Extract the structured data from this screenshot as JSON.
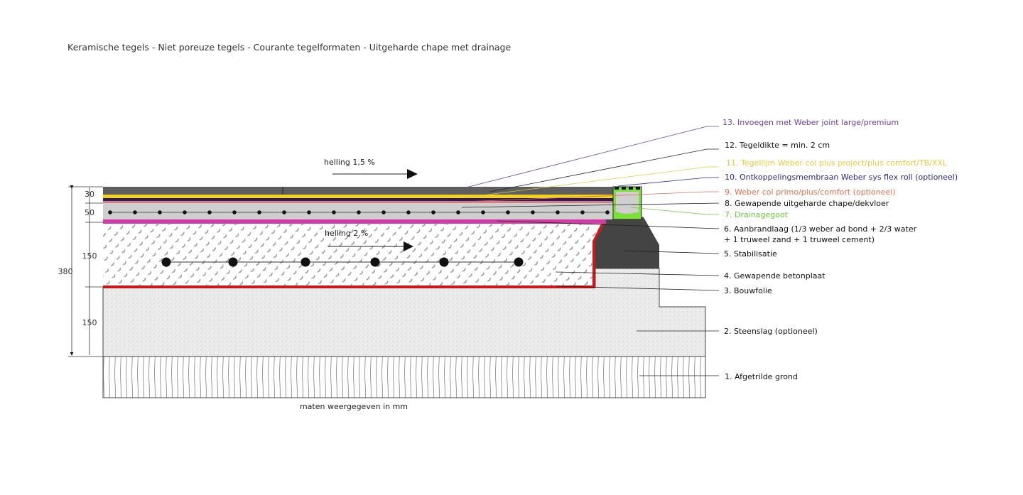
{
  "title": "Keramische tegels - Niet poreuze tegels - Courante tegelformaten - Uitgeharde chape met drainage",
  "slopes": {
    "top": "helling 1,5 %",
    "slab": "helling 2 %"
  },
  "dimensions": {
    "total": "380",
    "tile": "30",
    "screed": "50",
    "slab": "150",
    "gravel": "150"
  },
  "footer_note": "maten weergegeven in mm",
  "legend": [
    {
      "id": 13,
      "text": "13. Invoegen met Weber joint large/premium",
      "color": "#6a3fa0"
    },
    {
      "id": 12,
      "text": "12. Tegeldikte = min. 2 cm",
      "color": "#111111"
    },
    {
      "id": 11,
      "text": "11. Tegellijm Weber col plus project/plus comfort/TB/XXL",
      "color": "#e6cc3a"
    },
    {
      "id": 10,
      "text": "10. Ontkoppelingsmembraan Weber sys flex roll (optioneel)",
      "color": "#2a2a8a"
    },
    {
      "id": 9,
      "text": "9. Weber col primo/plus/comfort (optioneel)",
      "color": "#e07050"
    },
    {
      "id": 8,
      "text": "8. Gewapende uitgeharde chape/dekvloer",
      "color": "#111111"
    },
    {
      "id": 7,
      "text": "7. Drainagegoot",
      "color": "#6cc23a"
    },
    {
      "id": 6,
      "text": "6. Aanbrandlaag (1/3 weber ad bond + 2/3 water",
      "text2": "+ 1 truweel zand + 1 truweel cement)",
      "color": "#111111"
    },
    {
      "id": 5,
      "text": "5. Stabilisatie",
      "color": "#111111"
    },
    {
      "id": 4,
      "text": "4. Gewapende betonplaat",
      "color": "#111111"
    },
    {
      "id": 3,
      "text": "3. Bouwfolie",
      "color": "#111111"
    },
    {
      "id": 2,
      "text": "2. Steenslag (optioneel)",
      "color": "#111111"
    },
    {
      "id": 1,
      "text": "1. Afgetrilde grond",
      "color": "#111111"
    }
  ],
  "colors": {
    "tile": "#5e5e5e",
    "adhesive": "#f2d21a",
    "membrane": "#2a1a6a",
    "primer": "#d88080",
    "screed": "#cfcfcf",
    "bond_layer": "#d63aa8",
    "foil": "#cc1818",
    "stabilisation": "#444444",
    "gravel": "#ececec",
    "drain": "#7ee03a"
  }
}
